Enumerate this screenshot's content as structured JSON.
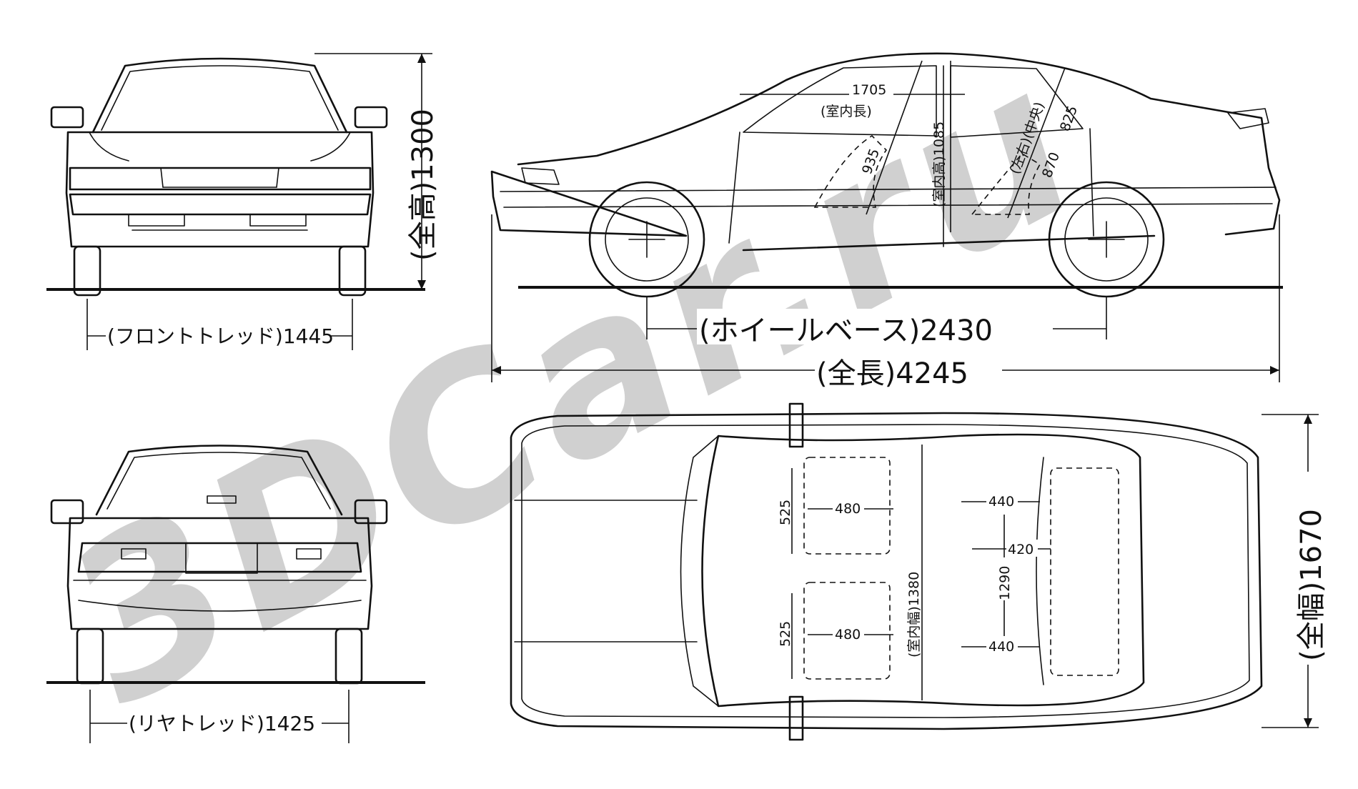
{
  "colors": {
    "line": "#111111",
    "watermark": "#c8c8c8",
    "background": "#ffffff"
  },
  "front_view": {
    "tread_label": "(フロントトレッド)1445",
    "height_label": "(全高)1300"
  },
  "rear_view": {
    "tread_label": "(リヤトレッド)1425"
  },
  "side_view": {
    "wheelbase_label": "(ホイールベース)2430",
    "length_label": "(全長)4245",
    "cabin_length_value": "1705",
    "cabin_length_name": "(室内長)",
    "cabin_height_label": "(室内高)1085",
    "headroom_label": "(左右)(中央)",
    "dim_935": "935",
    "dim_870": "870",
    "dim_825": "825"
  },
  "top_view": {
    "width_label": "(全幅)1670",
    "cabin_width_label": "(室内幅)1380",
    "dim_525_top": "525",
    "dim_525_bottom": "525",
    "dim_480_top": "480",
    "dim_480_bottom": "480",
    "dim_440_top": "440",
    "dim_440_bottom": "440",
    "dim_420": "420",
    "dim_1290": "1290"
  },
  "watermark": {
    "text": "3DCar.ru"
  }
}
